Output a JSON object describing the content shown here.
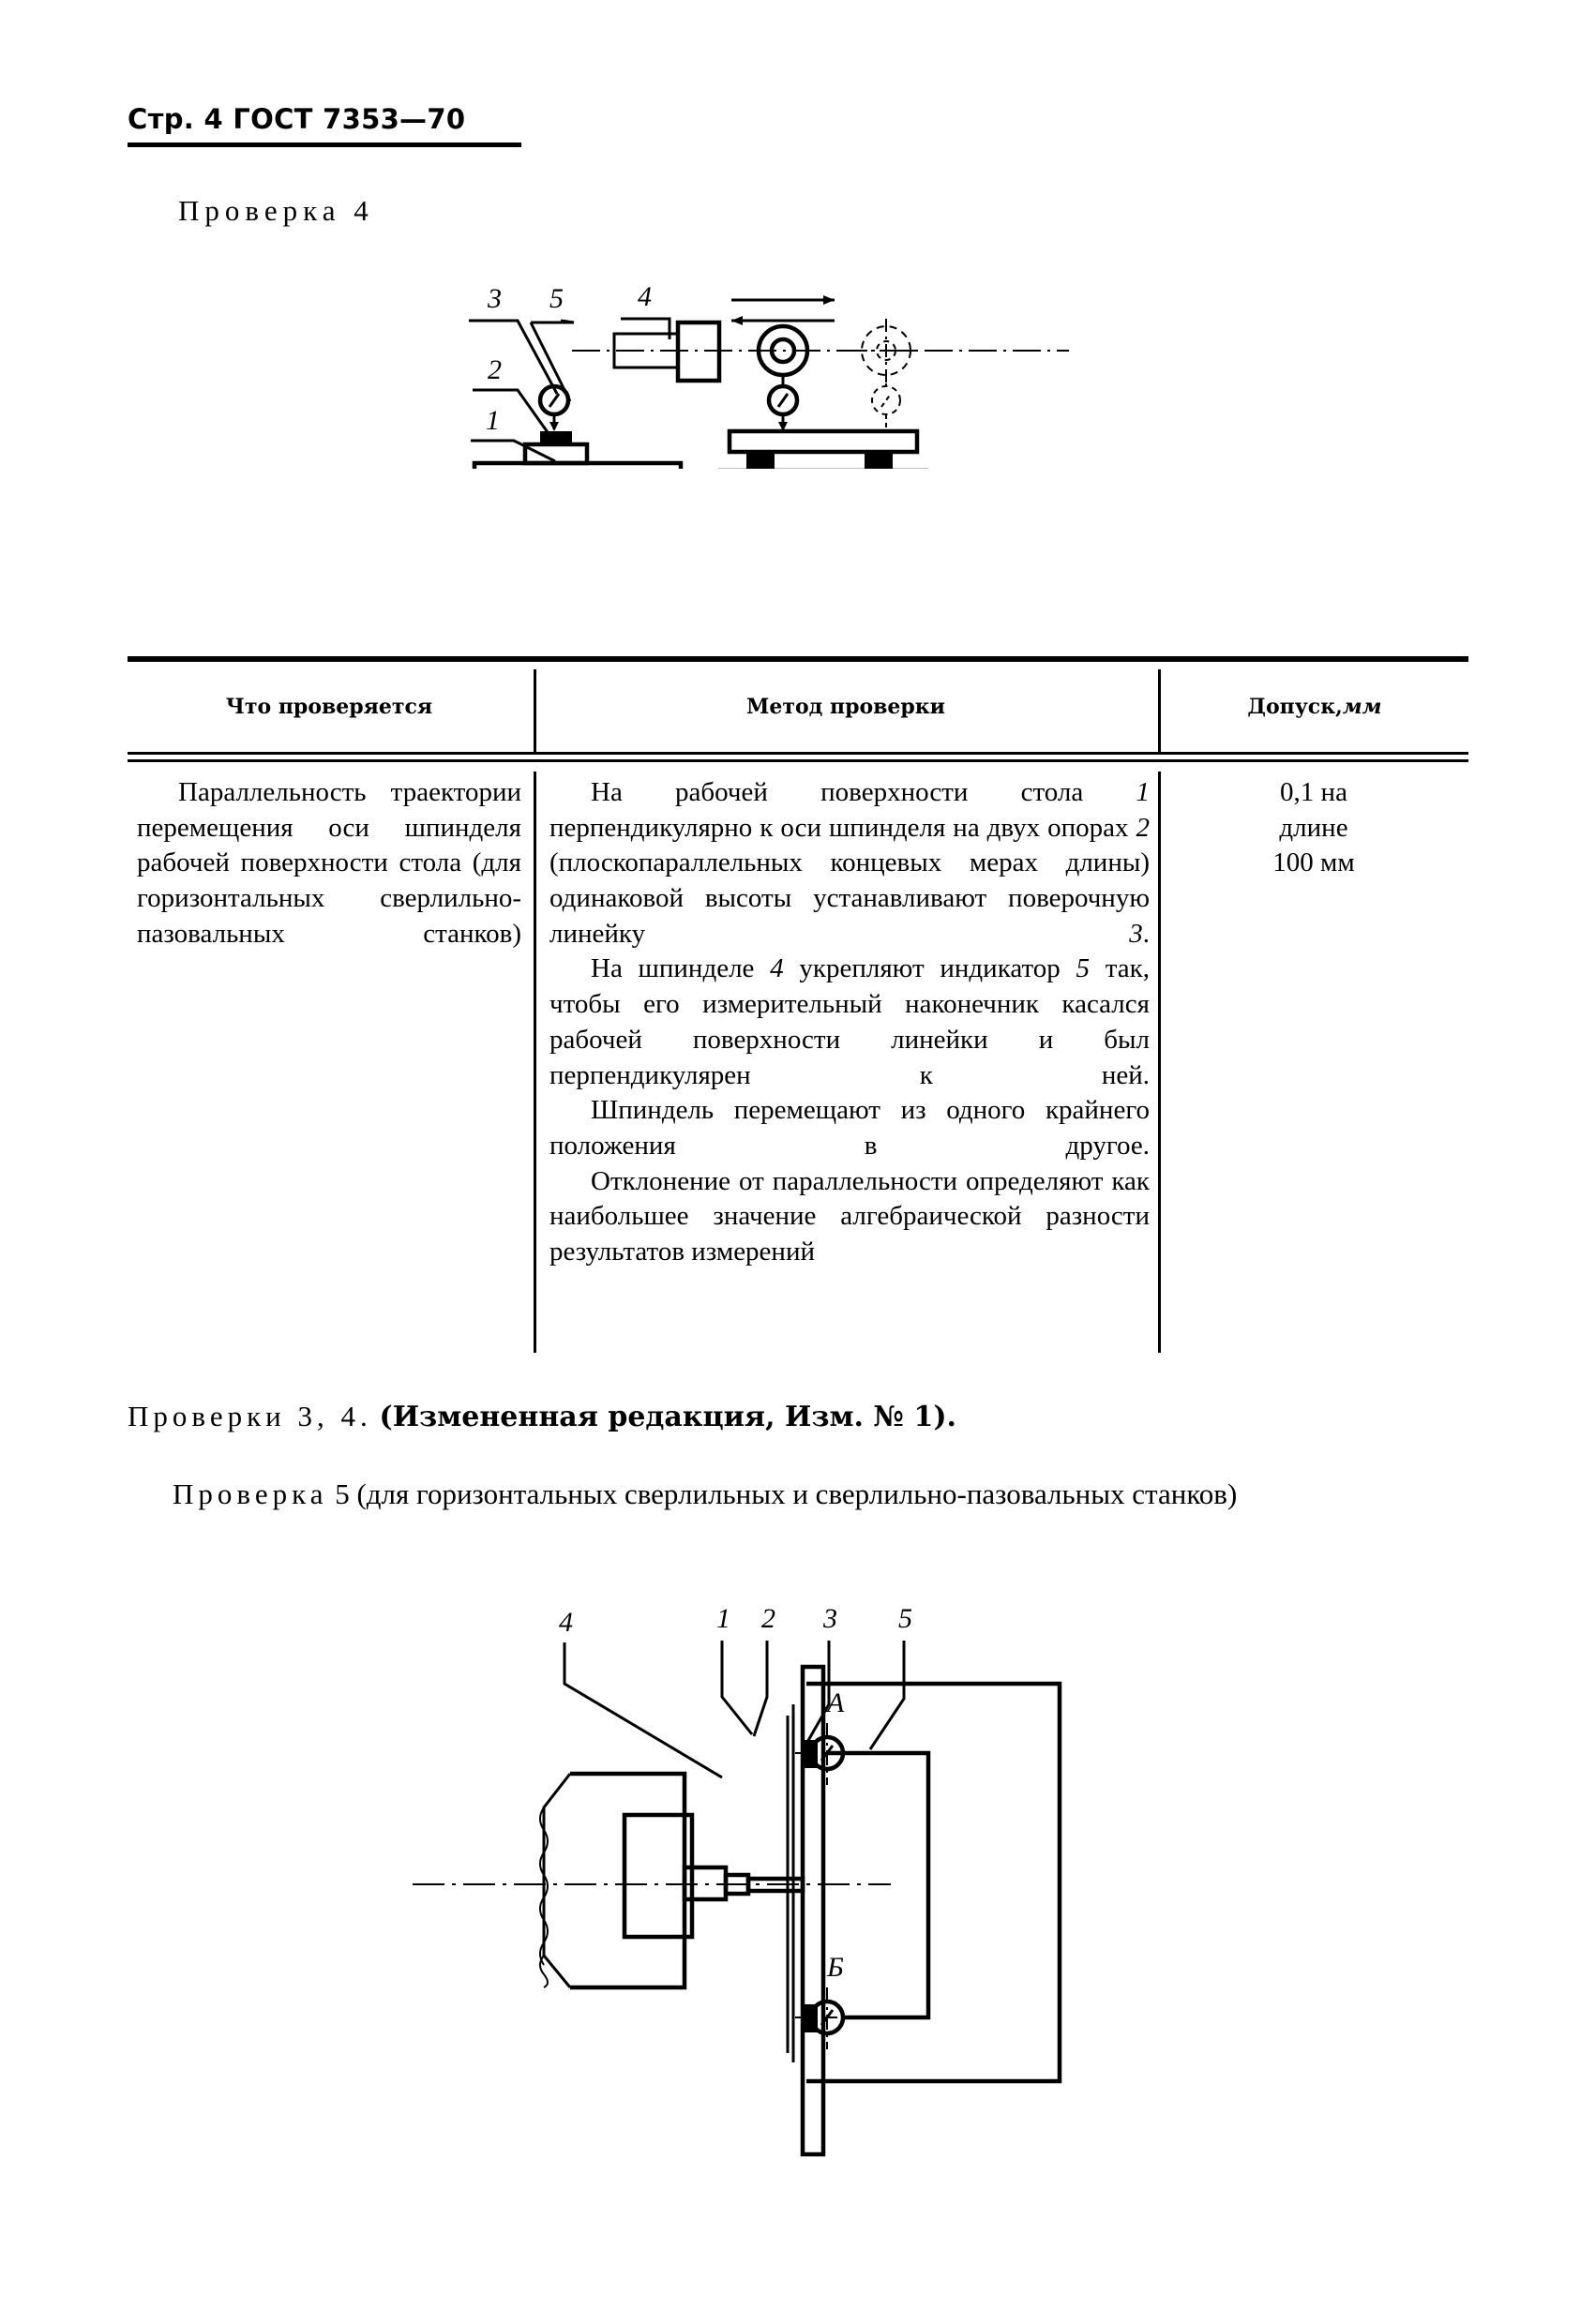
{
  "header": {
    "page_mark": "Стр. 4",
    "standard": "ГОСТ 7353—70",
    "full": "Стр. 4 ГОСТ 7353—70"
  },
  "section_1": {
    "title": "Проверка  4"
  },
  "figure_1": {
    "name": "check-4-diagram",
    "labels": [
      "3",
      "5",
      "4",
      "2",
      "1"
    ]
  },
  "table": {
    "headers": {
      "col1": "Что проверяется",
      "col2": "Метод проверки",
      "col3_main": "Допуск, ",
      "col3_unit": "мм"
    },
    "row": {
      "what": "Параллельность траектории перемещения оси шпинделя рабочей поверхности стола (для горизонтальных сверлильно-пазовальных станков)",
      "what_lines": [
        "Параллельность траек-",
        "тории перемещения оси",
        "шпинделя рабочей по-",
        "верхности стола (для го-",
        "ризонтальных сверлиль-",
        "но-пазовальных станков)"
      ],
      "method_p1_a": "На рабочей поверхности стола ",
      "method_p1_ref1": "1",
      "method_p1_b": " перпендикулярно к оси шпинделя на двух опорах ",
      "method_p1_ref2": "2",
      "method_p1_c": " (плоскопараллельных концевых мерах длины) одинаковой высоты устанавливают поверочную линейку ",
      "method_p1_ref3": "3",
      "method_p1_d": ".",
      "method_p2_a": "На шпинделе ",
      "method_p2_ref1": "4",
      "method_p2_b": " укрепляют индикатор ",
      "method_p2_ref2": "5",
      "method_p2_c": " так, чтобы его измерительный наконечник касался рабочей поверхности линейки и был перпендикулярен к ней.",
      "method_p3": "Шпиндель перемещают из одного крайнего положения в другое.",
      "method_p4": "Отклонение от параллельности определяют как наибольшее значение алгебраической разности результатов измерений",
      "tolerance_lines": [
        "0,1 на",
        "длине",
        "100 мм"
      ],
      "tolerance": "0,1 на длине 100 мм"
    }
  },
  "note": {
    "prefix": "Проверки 3, 4.",
    "bold_part": "(Измененная редакция, Изм. № 1)."
  },
  "section_2": {
    "title_spaced": "Проверка",
    "title_num": " 5 ",
    "title_rest": "(для горизонтальных сверлильных и сверлильно-пазовальных станков)",
    "line1": "Проверка 5 (для горизонтальных сверлильных и сверлиль-",
    "line2": "но-пазовальных станков)"
  },
  "figure_2": {
    "name": "check-5-diagram",
    "labels": [
      "4",
      "1",
      "2",
      "3",
      "5",
      "А",
      "Б"
    ]
  }
}
